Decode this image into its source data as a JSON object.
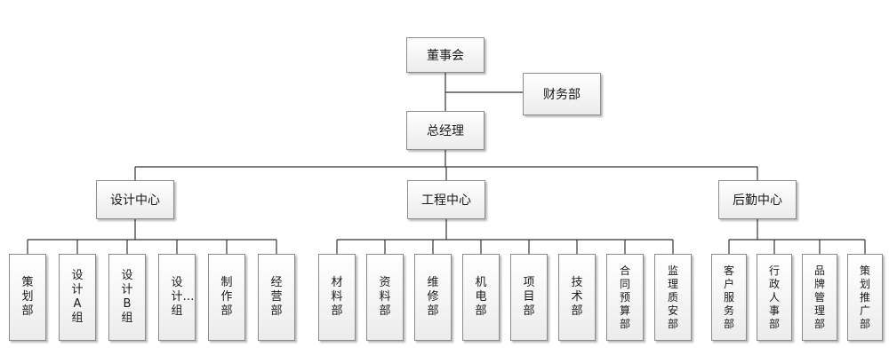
{
  "root": {
    "label": "董事会"
  },
  "finance": {
    "label": "财务部"
  },
  "gm": {
    "label": "总经理"
  },
  "centers": [
    {
      "label": "设计中心",
      "departments": [
        "策划部",
        "设计A组",
        "设计B组",
        "设计…组",
        "制作部",
        "经营部"
      ]
    },
    {
      "label": "工程中心",
      "departments": [
        "材料部",
        "资料部",
        "维修部",
        "机电部",
        "项目部",
        "技术部",
        "合同预算部",
        "监理质安部"
      ]
    },
    {
      "label": "后勤中心",
      "departments": [
        "客户服务部",
        "行政人事部",
        "品牌管理部",
        "策划推广部"
      ]
    }
  ],
  "colors": {
    "line": "#333333",
    "box_border": "#8c8c8c"
  }
}
